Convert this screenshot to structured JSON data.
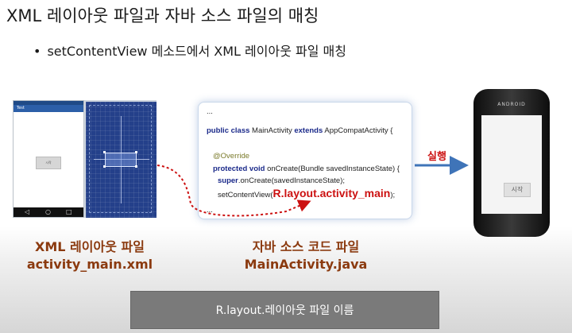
{
  "title": "XML 레이아웃 파일과 자바 소스 파일의 매칭",
  "bullet": {
    "dot": "•",
    "text": "setContentView 메소드에서 XML 레이아웃 파일 매칭"
  },
  "editor": {
    "app_title": "Test",
    "button_text": "시작",
    "nav_back": "◁",
    "nav_home": "○",
    "nav_recent": "□"
  },
  "code": {
    "line_dots_top": "...",
    "l1_kw1": "public class",
    "l1_name": " MainActivity ",
    "l1_kw2": "extends",
    "l1_rest": " AppCompatActivity {",
    "l2": "@Override",
    "l3_kw": "protected void",
    "l3_rest": " onCreate(Bundle savedInstanceState) {",
    "l4_kw": "super",
    "l4_rest": ".onCreate(savedInstanceState);",
    "l5_pre": "setContentView(",
    "l5_hl": "R.layout.activity_main",
    "l5_post": ");",
    "line_dots_bottom": "..."
  },
  "captions": {
    "xml_title": "XML 레이아웃 파일",
    "xml_file": "activity_main.xml",
    "java_title": "자바 소스 코드 파일",
    "java_file": "MainActivity.java"
  },
  "run_label": "실행",
  "phone": {
    "brand": "ANDROID",
    "button_text": "시작"
  },
  "bottom_note": "R.layout.레이아웃 파일 이름",
  "colors": {
    "caption": "#8b3a0f",
    "highlight": "#cc1111",
    "arrow": "#3f74b8"
  }
}
